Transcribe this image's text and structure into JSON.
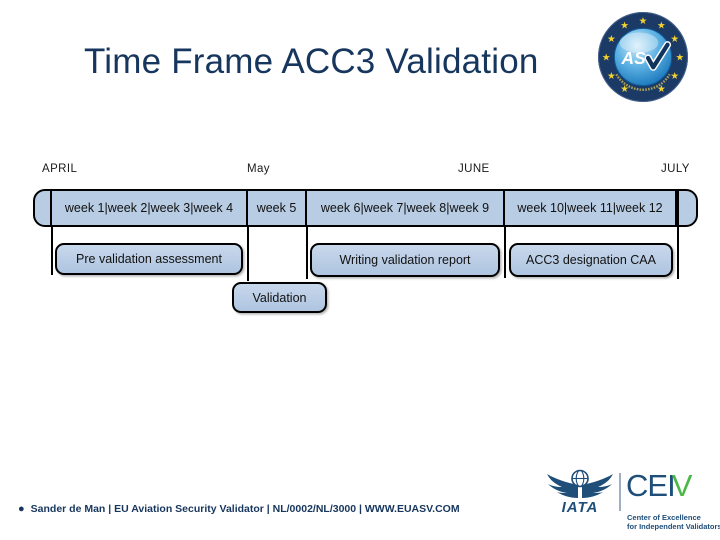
{
  "title": "Time Frame ACC3 Validation",
  "asv_logo": {
    "text_as": "AS"
  },
  "timeline": {
    "months": [
      "APRIL",
      "May",
      "JUNE",
      "JULY"
    ],
    "week_cells": [
      "week 1|week 2|week 3|week 4",
      "week 5",
      "week 6|week 7|week 8|week 9",
      "week 10|week 11|week 12"
    ],
    "phases": {
      "pre": "Pre validation assessment",
      "validation": "Validation",
      "writing": "Writing validation report",
      "acc3": "ACC3 designation CAA"
    }
  },
  "footer": {
    "bullet": "●",
    "text": "Sander de Man | EU Aviation Security Validator | NL/0002/NL/3000 | WWW.EUASV.COM"
  },
  "branding": {
    "iata": "IATA",
    "ceiv_prefix": "CEI",
    "ceiv_v": "V",
    "tagline_line1": "Center of Excellence",
    "tagline_line2": "for Independent Validators"
  },
  "colors": {
    "title_navy": "#17365D",
    "band_fill": "#B8CCE4",
    "border_black": "#000000",
    "brand_navy": "#1F4E79",
    "ceiv_green": "#4CB848",
    "star_yellow": "#F2D22E"
  }
}
